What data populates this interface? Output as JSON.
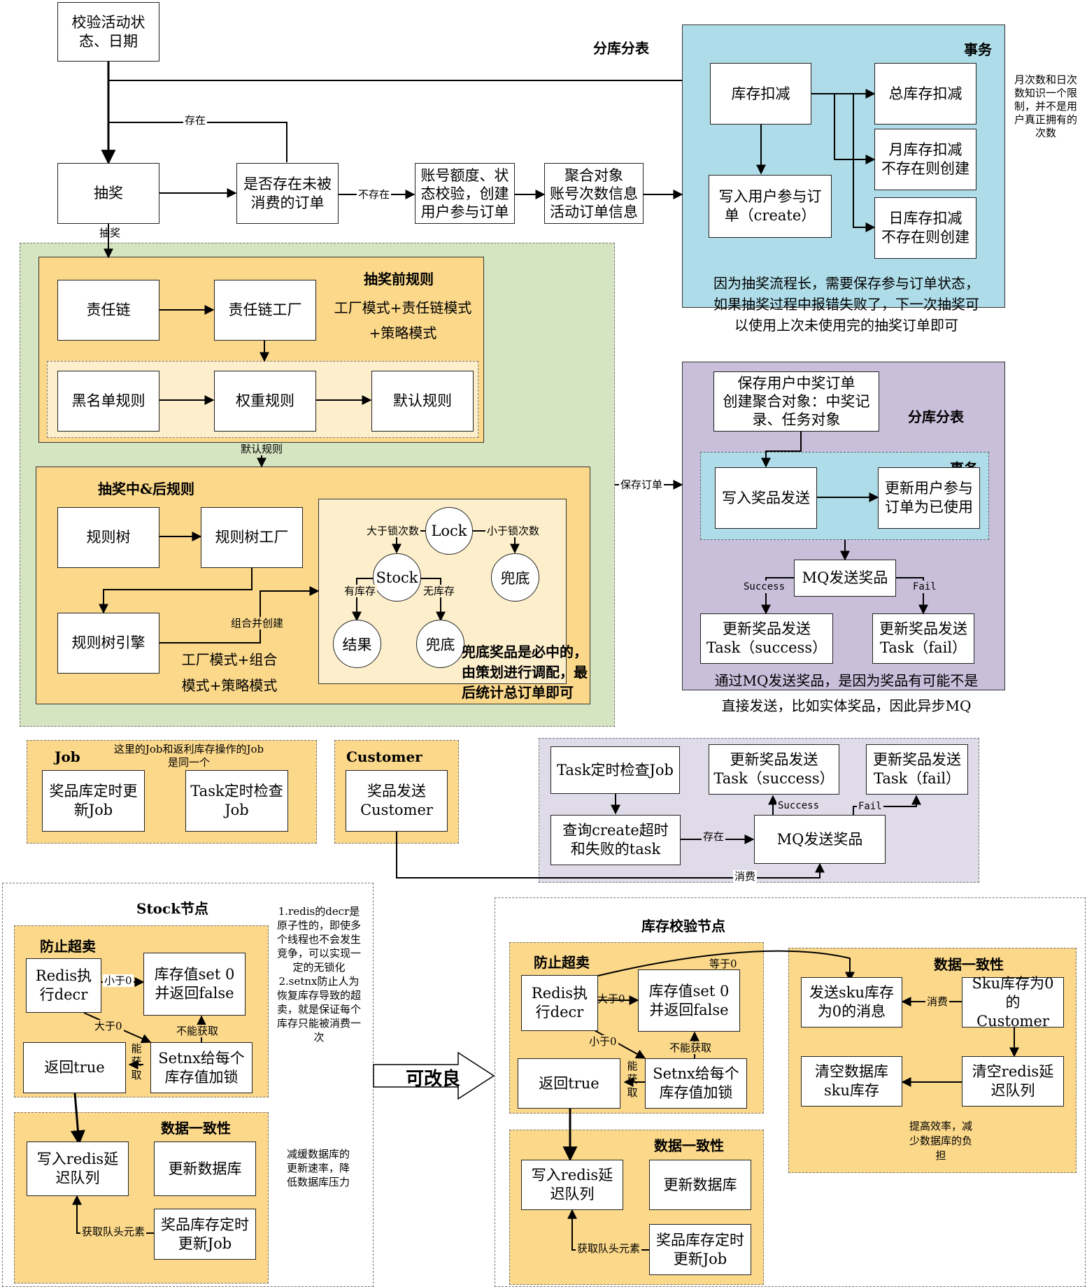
{
  "top": {
    "check_status": "校验活动状\n态、日期",
    "lottery": "抽奖",
    "exists_unused_order": "是否存在未被\n消费的订单",
    "account_check": "账号额度、状\n态校验，创建\n用户参与订单",
    "aggregate": "聚合对象\n账号次数信息\n活动订单信息",
    "label_exists": "存在",
    "label_not_exists": "不存在",
    "label_lottery": "抽奖",
    "label_sharding": "分库分表"
  },
  "tx1": {
    "title": "事务",
    "stock_deduct": "库存扣减",
    "total_stock": "总库存扣减",
    "month_stock": "月库存扣减\n不存在则创建",
    "day_stock": "日库存扣减\n不存在则创建",
    "write_order": "写入用户参与订\n单（create）",
    "note": "因为抽奖流程长，需要保存参与订单状态，\n如果抽奖过程中报错失败了，下一次抽奖可\n以使用上次未使用完的抽奖订单即可",
    "side_note": "月次数和日次\n数知识一个限\n制，并不是用\n户真正拥有的\n次数"
  },
  "pre_rules": {
    "title": "抽奖前规则",
    "chain": "责任链",
    "chain_factory": "责任链工厂",
    "pattern_note": "工厂模式+责任链模式\n+策略模式",
    "blacklist": "黑名单规则",
    "weight": "权重规则",
    "default": "默认规则",
    "label_default": "默认规则"
  },
  "mid_rules": {
    "title": "抽奖中&后规则",
    "tree": "规则树",
    "tree_factory": "规则树工厂",
    "tree_engine": "规则树引擎",
    "label_combine": "组合并创建",
    "pattern_note": "工厂模式+组合\n模式+策略模式",
    "lock": "Lock",
    "stock": "Stock",
    "fallback1": "兜底",
    "result": "结果",
    "fallback2": "兜底",
    "gt_lock": "大于锁次数",
    "lt_lock": "小于锁次数",
    "has_stock": "有库存",
    "no_stock": "无库存",
    "fallback_note": "兜底奖品是必中的，\n由策划进行调配，最\n后统计总订单即可"
  },
  "award": {
    "label_save_order": "保存订单",
    "save_order": "保存用户中奖订单\n创建聚合对象：中奖记\n录、任务对象",
    "sharding": "分库分表",
    "tx_title": "事务",
    "write_award": "写入奖品发送",
    "update_order": "更新用户参与\n订单为已使用",
    "mq_send": "MQ发送奖品",
    "success": "Success",
    "fail": "Fail",
    "task_success": "更新奖品发送\nTask（success）",
    "task_fail": "更新奖品发送\nTask（fail）",
    "note": "通过MQ发送奖品，是因为奖品有可能不是\n直接发送，比如实体奖品，因此异步MQ"
  },
  "job": {
    "title": "Job",
    "note": "这里的Job和返利库存操作的Job\n是同一个",
    "stock_job": "奖品库定时更\n新Job",
    "task_job": "Task定时检查\nJob"
  },
  "customer": {
    "title": "Customer",
    "award_customer": "奖品发送\nCustomer",
    "label_consume": "消费"
  },
  "task_check": {
    "task_job": "Task定时检查Job",
    "query": "查询create超时\n和失败的task",
    "label_exists": "存在",
    "mq_send": "MQ发送奖品",
    "success": "Success",
    "fail": "Fail",
    "task_success": "更新奖品发送\nTask（success）",
    "task_fail": "更新奖品发送\nTask（fail）"
  },
  "stock_node": {
    "title": "Stock节点",
    "oversell": "防止超卖",
    "redis_decr": "Redis执\n行decr",
    "set_zero": "库存值set 0\n并返回false",
    "return_true": "返回true",
    "setnx": "Setnx给每个\n库存值加锁",
    "lt0": "小于0",
    "gt0": "大于0",
    "cannot_get": "不能获取",
    "can_get": "能\n获\n取",
    "consistency": "数据一致性",
    "write_redis": "写入redis延\n迟队列",
    "update_db": "更新数据库",
    "stock_job": "奖品库存定时\n更新Job",
    "get_head": "获取队头元素",
    "note1": "1.redis的decr是\n原子性的，即使多\n个线程也不会发生\n竞争，可以实现一\n定的无锁化\n2.setnx防止人为\n恢复库存导致的超\n卖，就是保证每个\n库存只能被消费一\n次",
    "note2": "减缓数据库的\n更新速率，降\n低数据库压力"
  },
  "arrow_improve": "可改良",
  "stock_check": {
    "title": "库存校验节点",
    "oversell": "防止超卖",
    "redis_decr": "Redis执\n行decr",
    "set_zero": "库存值set 0\n并返回false",
    "return_true": "返回true",
    "setnx": "Setnx给每个\n库存值加锁",
    "eq0": "等于0",
    "gt0": "大于0",
    "lt0": "小于0",
    "cannot_get": "不能获取",
    "can_get": "能\n获\n取",
    "consistency": "数据一致性",
    "write_redis": "写入redis延\n迟队列",
    "update_db": "更新数据库",
    "stock_job": "奖品库存定时\n更新Job",
    "get_head": "获取队头元素",
    "consistency2": "数据一致性",
    "send_sku": "发送sku库存\n为0的消息",
    "consume": "消费",
    "sku_customer": "Sku库存为0的\nCustomer",
    "clear_db": "清空数据库\nsku库存",
    "clear_redis": "清空redis延\n迟队列",
    "efficiency_note": "提高效率，减\n少数据库的负\n担"
  },
  "colors": {
    "light_blue": "#aedce8",
    "light_green": "#d5e4c1",
    "orange": "#fbd88a",
    "light_orange": "#fdefcc",
    "purple": "#c9bfdb",
    "light_purple": "#e0dbe9"
  }
}
